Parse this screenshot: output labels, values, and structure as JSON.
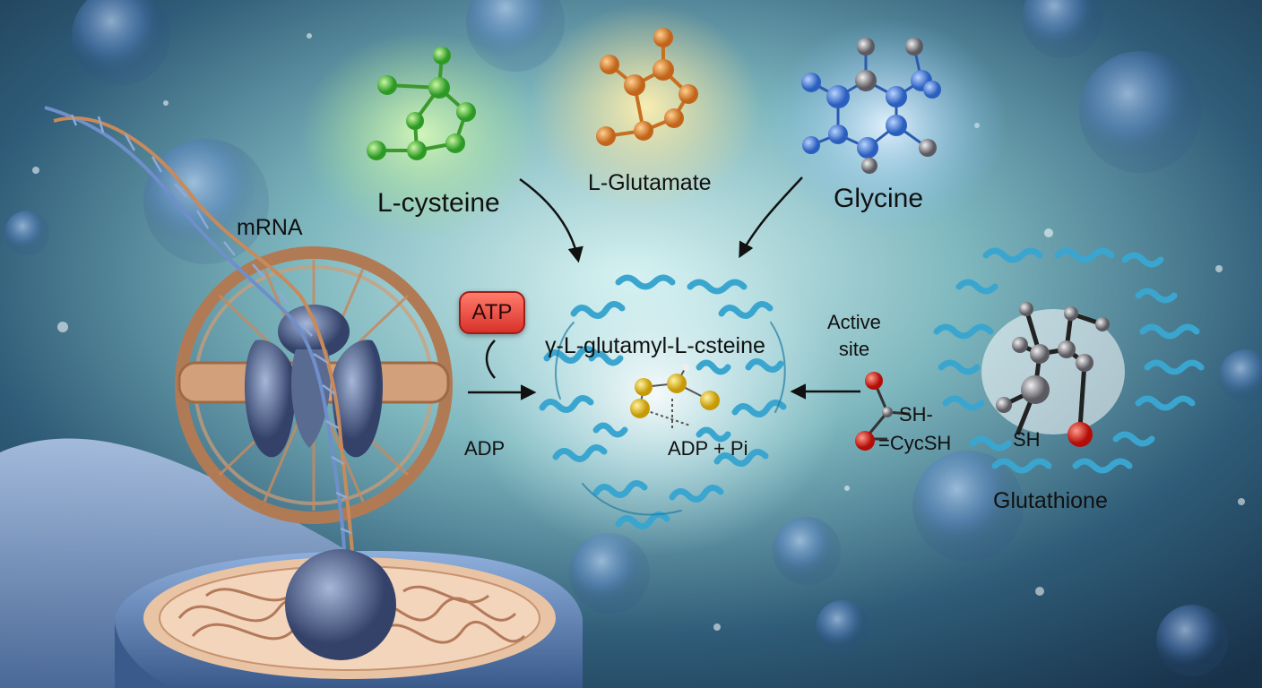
{
  "labels": {
    "mrna": "mRNA",
    "l_cysteine": "L-cysteine",
    "l_glutamate": "L-Glutamate",
    "glycine": "Glycine",
    "atp": "ATP",
    "intermediate": "γ-L-glutamyl-L-csteine",
    "adp": "ADP",
    "adp_pi": "ADP + Pi",
    "active_site": "Active\nsite",
    "sh_group": "SH-",
    "cycsh": "=CycSH",
    "glutathione": "Glutathione",
    "glutathione_sh": "SH"
  },
  "colors": {
    "background": "#1d3a52",
    "glow_green": "#b9e6a0",
    "glow_orange": "#f3d98c",
    "glow_blue": "#9cc9f0",
    "atom_green": "#4cbf3a",
    "atom_orange": "#e0882c",
    "atom_blue": "#4a7fd6",
    "atom_gray": "#8f8f95",
    "protein_helix": "#3aa6cf",
    "sulfur_yellow": "#e8c41a",
    "oxygen_red": "#e3140f",
    "atp_red": "#e0463a",
    "ribosome_ring": "#b07a55",
    "ribosome_subunit": "#4e5e86",
    "mitochondrion_outer": "#5d7fae",
    "mitochondrion_cristae": "#d9a885"
  },
  "icons": [
    "dna-helix-icon",
    "ribosome-icon",
    "mitochondrion-icon",
    "molecule-icon",
    "protein-helix-icon",
    "arrow-icon"
  ]
}
